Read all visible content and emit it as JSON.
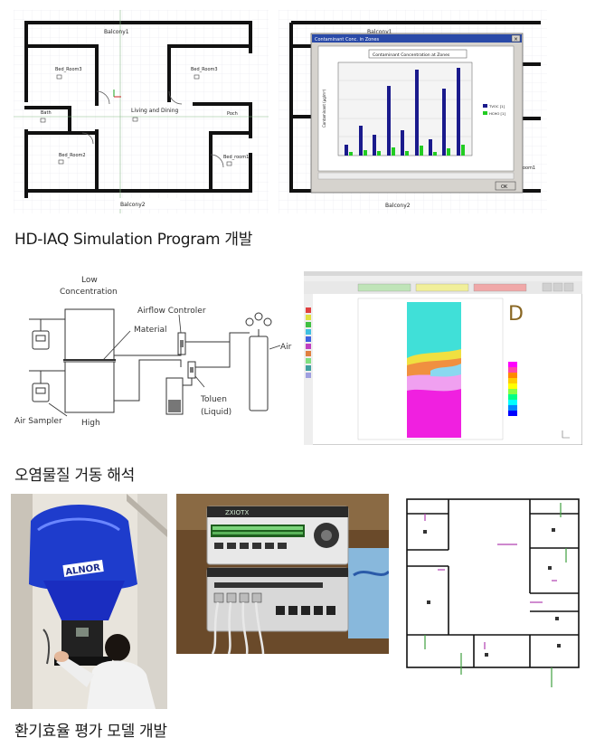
{
  "floor_plan_1": {
    "balcony_top": "Balcony1",
    "bed_room3_a": "Bed_Room3",
    "bed_room3_b": "Bed_Room3",
    "living": "Living and Dining",
    "bath": "Bath",
    "porch": "Poch",
    "bed_room2": "Bed_Room2",
    "bed_room1": "Bed_room1",
    "balcony_bottom": "Balcony2"
  },
  "sim_window": {
    "floor_balcony_top": "Balcony1",
    "floor_balcony_bottom": "Balcony2",
    "floor_room": "room1",
    "title": "Contaminant Conc. in Zones",
    "chart_title": "Contaminant Concentration at Zones",
    "ylabel": "Contaminant (μg/m³)",
    "legend": [
      "TVOC [1]",
      "HCHO [1]"
    ],
    "close_label": "OK"
  },
  "captions": {
    "c1": "HD-IAQ Simulation Program 개발",
    "c2": "오염물질 거동 해석",
    "c3": "환기효율 평가 모델 개발"
  },
  "diagram": {
    "low": "Low",
    "concentration": "Concentration",
    "airflow": "Airflow Controler",
    "material": "Material",
    "air": "Air",
    "toluen": "Toluen",
    "liquid": "(Liquid)",
    "sampler": "Air Sampler",
    "high": "High"
  },
  "photos": {
    "hood_brand": "ALNOR",
    "device_brand": "ZXIOTX"
  },
  "colors": {
    "tvoc": "#1a1a8c",
    "hcho": "#22cc22",
    "plan_wall": "#111111",
    "grid": "#e6e6ee"
  }
}
